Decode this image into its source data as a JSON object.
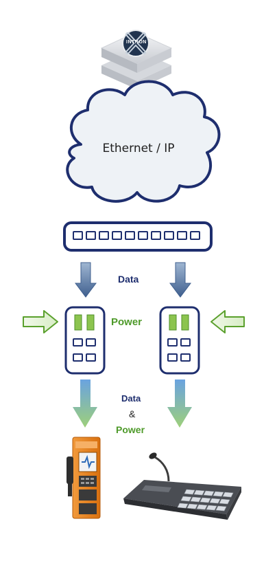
{
  "logo": {
    "text": "INTRON"
  },
  "network": {
    "label": "Ethernet / IP"
  },
  "labels": {
    "data_top": "Data",
    "power": "Power",
    "data_bottom": "Data",
    "ampersand": "&",
    "power_bottom": "Power"
  },
  "colors": {
    "navy": "#1e2e6e",
    "green": "#5aa02c",
    "orange": "#e8821e",
    "cloud_fill": "#eef2f6"
  },
  "icons": [
    "server-appliance-icon",
    "cloud-icon",
    "network-switch-icon",
    "poe-injector-icon",
    "emergency-intercom-icon",
    "desk-microphone-console-icon"
  ]
}
